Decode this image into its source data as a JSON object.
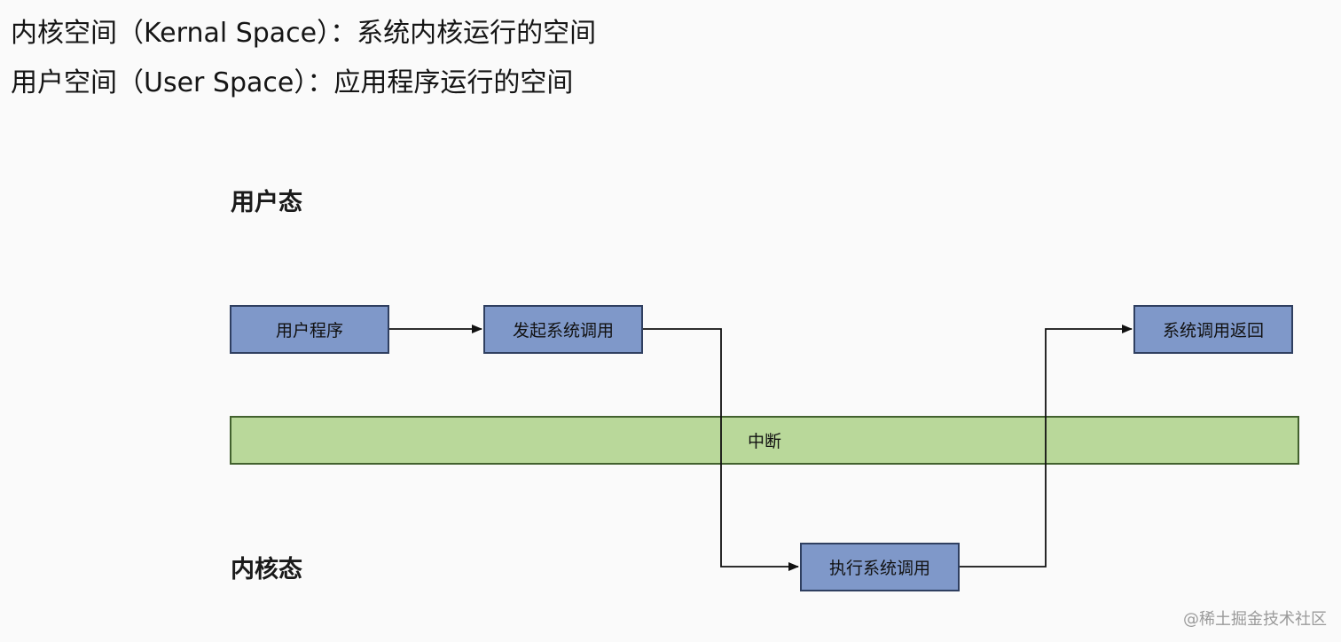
{
  "headings": {
    "kernel_space": "内核空间（Kernal Space）：系统内核运行的空间",
    "user_space": "用户空间（User Space）：应用程序运行的空间"
  },
  "diagram": {
    "user_state_label": "用户态",
    "kernel_state_label": "内核态",
    "nodes": {
      "user_program": "用户程序",
      "syscall_start": "发起系统调用",
      "syscall_return": "系统调用返回",
      "exec_syscall": "执行系统调用",
      "interrupt": "中断"
    },
    "colors": {
      "node_fill": "#7f98c9",
      "node_border": "#2f3f60",
      "interrupt_fill": "#b9d89a",
      "interrupt_border": "#42612e",
      "arrow": "#111111"
    }
  },
  "watermark": "@稀土掘金技术社区"
}
